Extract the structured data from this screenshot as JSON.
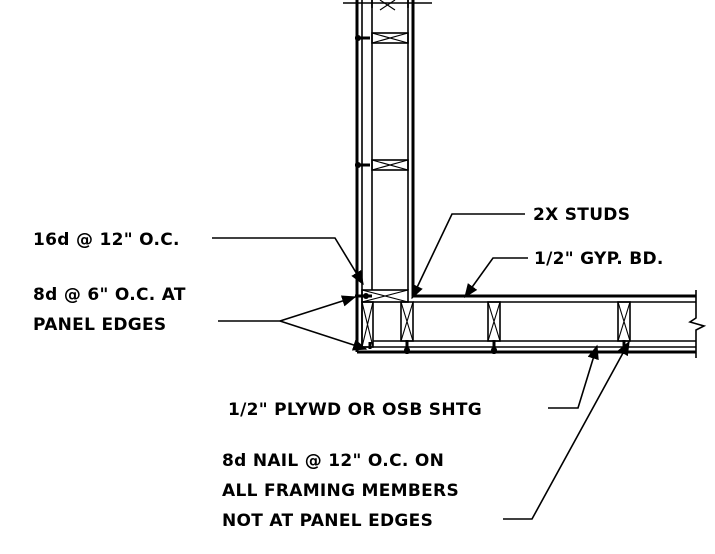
{
  "labels": {
    "studs": "2X STUDS",
    "gyp": "1/2\" GYP. BD.",
    "nail16": "16d @ 12\" O.C.",
    "nail8_line1": "8d @ 6\" O.C. AT",
    "nail8_line2": "PANEL EDGES",
    "plywood": "1/2\" PLYWD OR OSB SHTG",
    "nail_field_line1": "8d NAIL @ 12\" O.C. ON",
    "nail_field_line2": "ALL FRAMING MEMBERS",
    "nail_field_line3": "NOT AT PANEL EDGES"
  },
  "colors": {
    "line": "#000000",
    "background": "#ffffff"
  }
}
